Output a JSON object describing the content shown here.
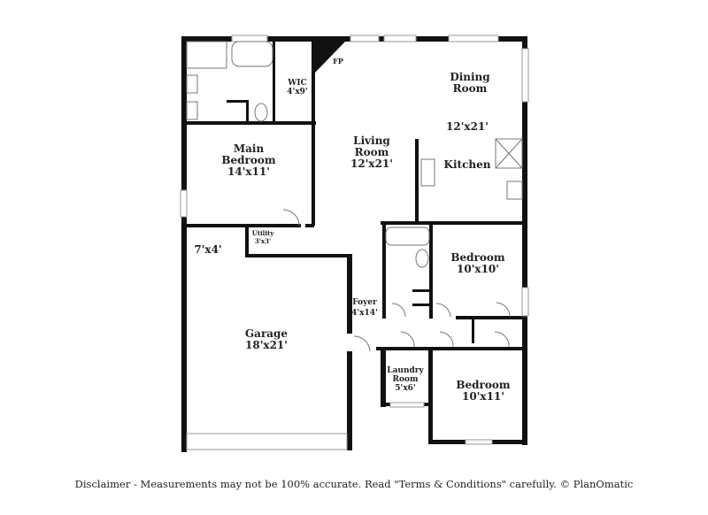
{
  "rooms": {
    "wic": {
      "name": "WIC",
      "size": "4'x9'"
    },
    "fp": "FP",
    "dining": {
      "name_line1": "Dining",
      "name_line2": "Room",
      "size": "12'x21'"
    },
    "living": {
      "name_line1": "Living",
      "name_line2": "Room",
      "size": "12'x21'"
    },
    "kitchen": {
      "name": "Kitchen"
    },
    "main_bedroom": {
      "name_line1": "Main",
      "name_line2": "Bedroom",
      "size": "14'x11'"
    },
    "utility": {
      "name": "Utility",
      "size": "3'x3'"
    },
    "storage": {
      "size": "7'x4'"
    },
    "garage": {
      "name": "Garage",
      "size": "18'x21'"
    },
    "foyer": {
      "name": "Foyer",
      "size": "4'x14'"
    },
    "bedroom_1": {
      "name": "Bedroom",
      "size": "10'x10'"
    },
    "laundry": {
      "name_line1": "Laundry",
      "name_line2": "Room",
      "size": "5'x6'"
    },
    "bedroom_2": {
      "name": "Bedroom",
      "size": "10'x11'"
    }
  },
  "disclaimer": "Disclaimer - Measurements may not be 100% accurate. Read \"Terms & Conditions\" carefully. © PlanOmatic"
}
